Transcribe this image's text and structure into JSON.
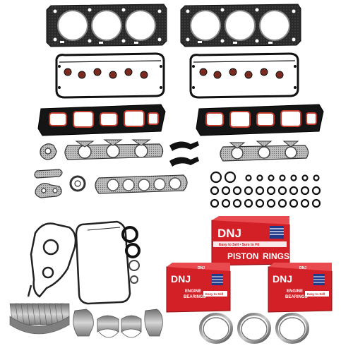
{
  "image": {
    "alt": "Engine rebuild kit product photo: head gaskets, valve cover gaskets, intake gaskets, exhaust gaskets, seals, o-rings, timing cover and oil pan gaskets, piston rings box, engine bearings boxes, bearings and piston rings"
  },
  "boxes": {
    "piston": {
      "brand": "DNJ",
      "label_line1": "PISTON",
      "label_line2": "RINGS",
      "tagline": "Easy to Sell • Sure to Fit"
    },
    "bearing_left": {
      "brand": "DNJ",
      "label_line1": "ENGINE",
      "label_line2": "BEARINGS",
      "tagline": "Easy to Sell",
      "header": "DNJ"
    },
    "bearing_right": {
      "brand": "DNJ",
      "label_line1": "ENGINE",
      "label_line2": "BEARINGS",
      "tagline": "Easy to Sell",
      "header": "DNJ"
    }
  },
  "colors": {
    "gasket_black": "#1a1a1a",
    "gasket_red": "#c0392b",
    "box_red": "#d32027",
    "box_white": "#ffffff",
    "flag_blue": "#1f3a8a",
    "metal": "#9a9a9a"
  }
}
